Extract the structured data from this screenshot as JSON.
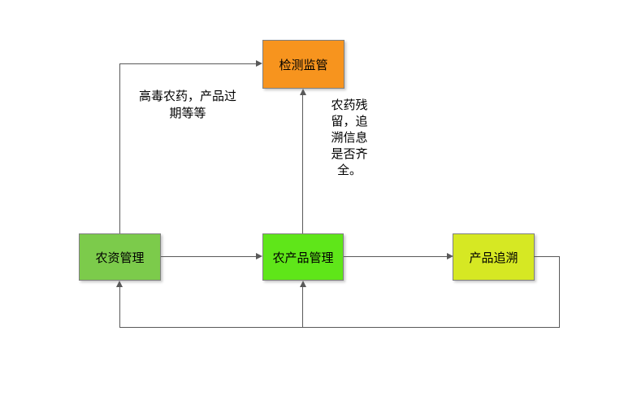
{
  "diagram": {
    "background": "#ffffff",
    "line_color": "#595959",
    "border_color": "#7f7f7f",
    "nodes": [
      {
        "id": "inspection",
        "label": "检测监管",
        "color": "#F7941E"
      },
      {
        "id": "agri_materials",
        "label": "农资管理",
        "color": "#7CCB4B"
      },
      {
        "id": "agri_products",
        "label": "农产品管理",
        "color": "#5FE619"
      },
      {
        "id": "product_trace",
        "label": "产品追溯",
        "color": "#D6E823"
      }
    ],
    "annotations": [
      {
        "id": "left_note",
        "text": "高毒农药，产品过\n期等等"
      },
      {
        "id": "mid_note",
        "text": "农药残\n留，追\n溯信息\n是否齐\n全。"
      }
    ],
    "edges": [
      {
        "from": "agri_materials",
        "to": "inspection",
        "note": "高毒农药，产品过期等等"
      },
      {
        "from": "agri_products",
        "to": "inspection",
        "note": "农药残留，追溯信息是否齐全。"
      },
      {
        "from": "agri_materials",
        "to": "agri_products"
      },
      {
        "from": "agri_products",
        "to": "product_trace"
      },
      {
        "from": "product_trace",
        "to": "agri_materials"
      },
      {
        "from": "product_trace",
        "to": "agri_products"
      }
    ]
  }
}
